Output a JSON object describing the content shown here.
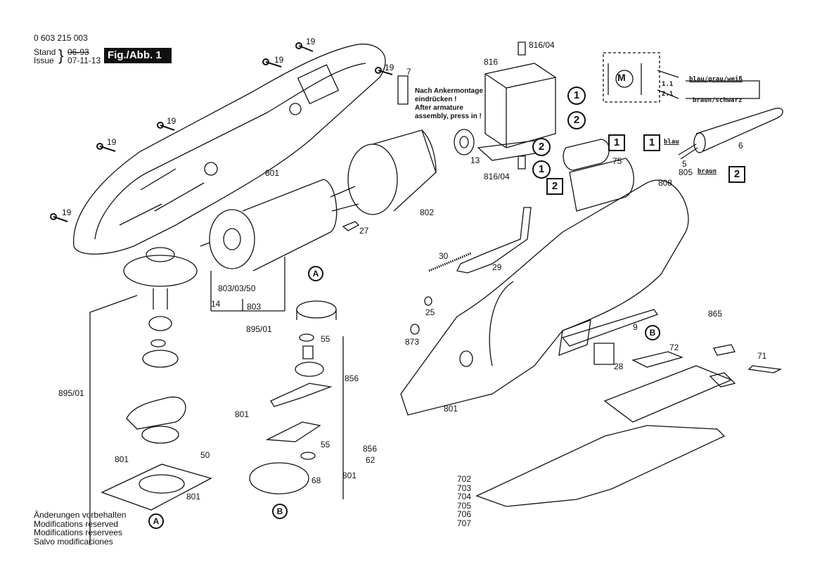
{
  "header": {
    "part_number": "0 603 215 003",
    "stand_label": "Stand",
    "issue_label": "Issue",
    "old_date": "06-93",
    "issue_date": "07-11-13",
    "figure_label": "Fig./Abb. 1"
  },
  "assembly_note": {
    "line1": "Nach Ankermontage",
    "line2": "eindrücken !",
    "line3": "After armature",
    "line4": "assembly, press in !"
  },
  "wiring": {
    "motor_symbol": "M",
    "terminal_1": "1.1",
    "terminal_2": "2.1",
    "wire_1": "blau/grau/weiß",
    "wire_2": "braun/schwarz",
    "cable_wire_1": "blau",
    "cable_wire_2": "braun"
  },
  "markers": {
    "circle_1": "1",
    "circle_2": "2",
    "square_1": "1",
    "square_2": "2",
    "circle_a": "A",
    "circle_b": "B"
  },
  "callouts": {
    "c19": "19",
    "c7": "7",
    "c13": "13",
    "c801": "801",
    "c802": "802",
    "c27": "27",
    "c803_03_50": "803/03/50",
    "c14": "14",
    "c803": "803",
    "c816": "816",
    "c816_04": "816/04",
    "c75": "75",
    "c6": "6",
    "c5": "5",
    "c805": "805",
    "c808": "808",
    "c30": "30",
    "c29": "29",
    "c25": "25",
    "c873": "873",
    "c895_01": "895/01",
    "c55": "55",
    "c856": "856",
    "c62": "62",
    "c68": "68",
    "c50": "50",
    "c9": "9",
    "c28": "28",
    "c72": "72",
    "c865": "865",
    "c71": "71",
    "blades": [
      "702",
      "703",
      "704",
      "705",
      "706",
      "707"
    ]
  },
  "footer": {
    "lines": [
      "Änderungen vorbehalten",
      "Modifications reserved",
      "Modifications reservees",
      "Salvo modificaciones"
    ]
  }
}
